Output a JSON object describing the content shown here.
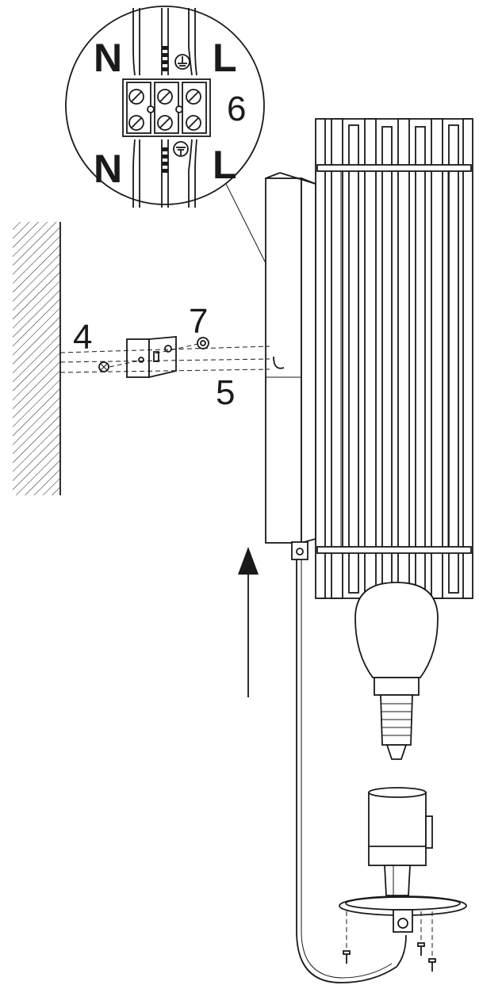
{
  "wiring": {
    "neutral_top": "N",
    "live_top": "L",
    "neutral_bottom": "N",
    "live_bottom": "L"
  },
  "steps": {
    "step_4": "4",
    "step_5": "5",
    "step_6": "6",
    "step_7": "7"
  },
  "icons": [
    "ground-icon",
    "direction-arrow-icon",
    "screw-icon"
  ]
}
